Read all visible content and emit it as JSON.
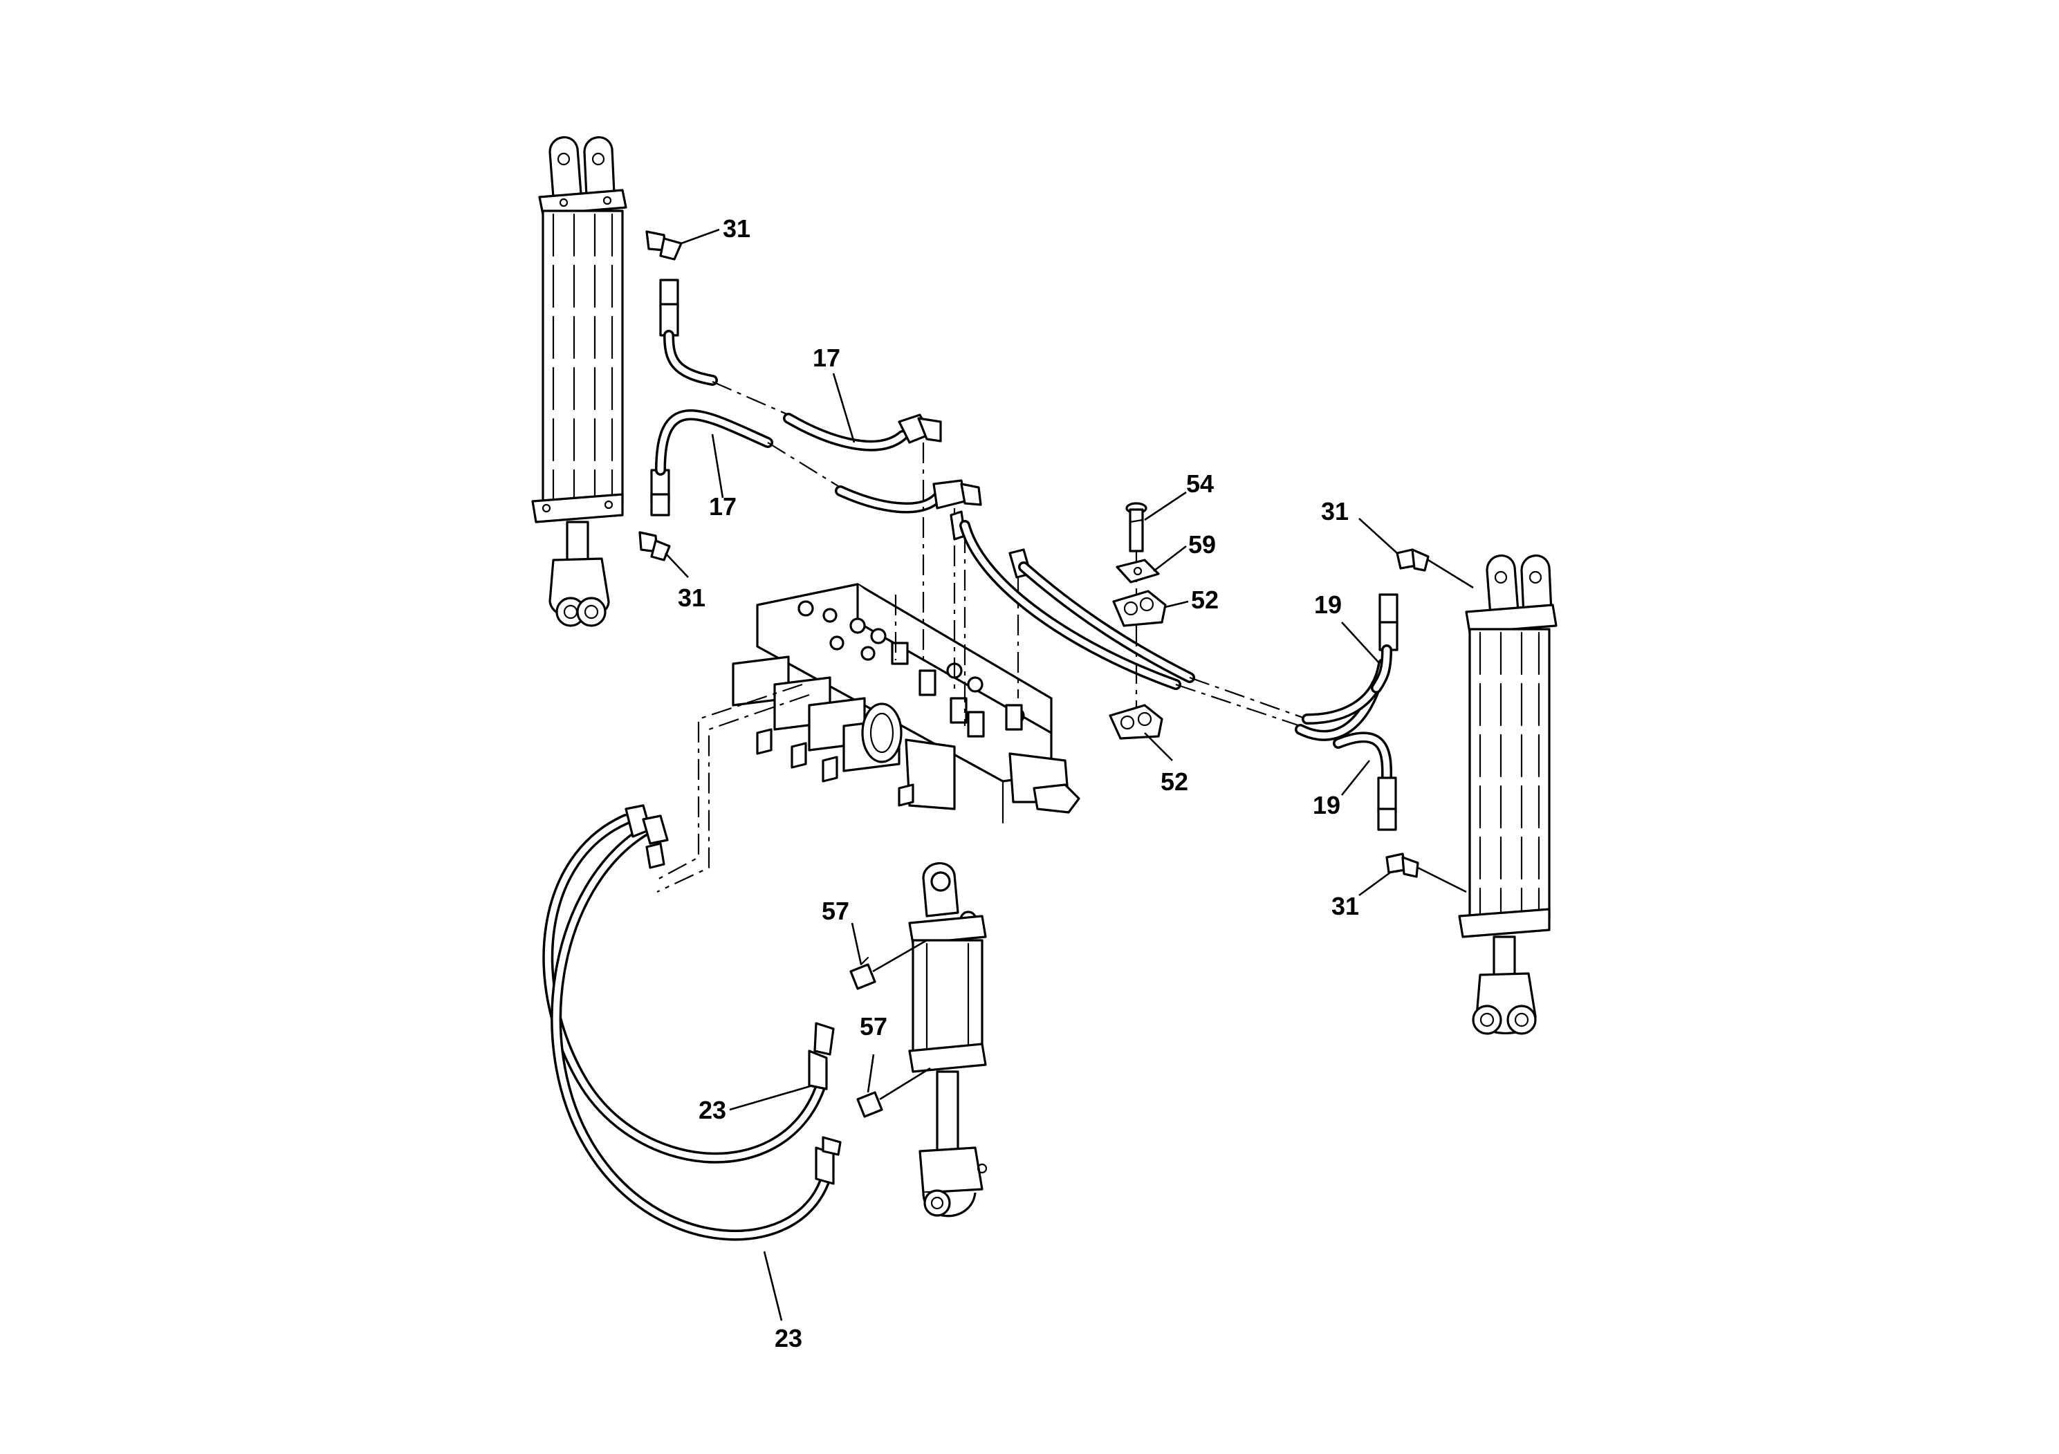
{
  "callouts": {
    "c31_top_left": "31",
    "c17_upper": "17",
    "c17_lower": "17",
    "c31_mid_left": "31",
    "c54": "54",
    "c59": "59",
    "c52_top": "52",
    "c52_bottom": "52",
    "c31_top_right": "31",
    "c19_upper": "19",
    "c19_lower": "19",
    "c31_bottom_right": "31",
    "c57_upper": "57",
    "c57_lower": "57",
    "c23_upper": "23",
    "c23_lower": "23"
  }
}
